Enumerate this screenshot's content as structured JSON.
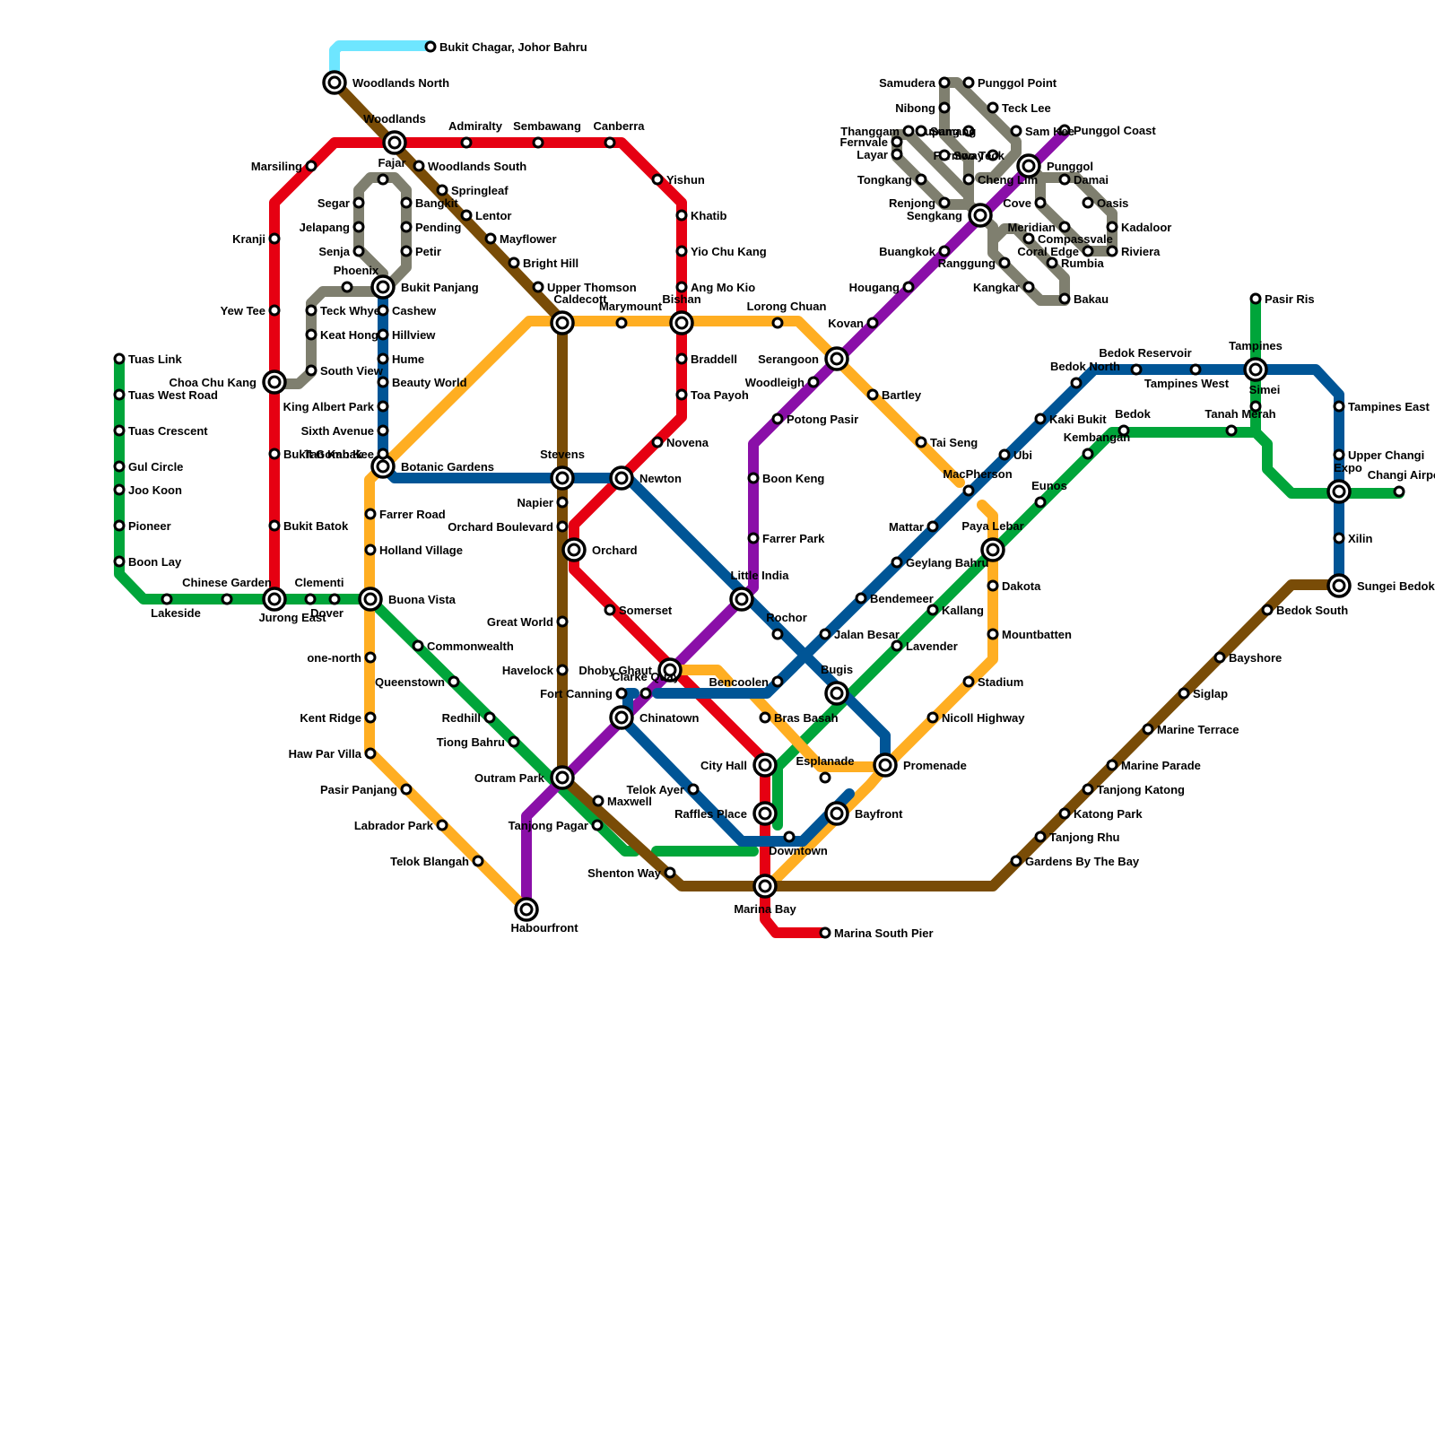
{
  "lines": [
    {
      "id": "rts",
      "color": "#6EE6FF"
    },
    {
      "id": "ewl",
      "color": "#00A53A"
    },
    {
      "id": "nsl",
      "color": "#E60012"
    },
    {
      "id": "nel",
      "color": "#8A0FA8"
    },
    {
      "id": "ccl",
      "color": "#FFAE22"
    },
    {
      "id": "dtl",
      "color": "#005596"
    },
    {
      "id": "tel",
      "color": "#794C07"
    },
    {
      "id": "lrt",
      "color": "#7F7F6F"
    }
  ],
  "stations": [
    {
      "id": "s_bukit_chagar",
      "name": "Bukit Chagar, Johor Bahru"
    },
    {
      "id": "s_woodlands_north",
      "name": "Woodlands North",
      "interchange": true
    },
    {
      "id": "s_woodlands",
      "name": "Woodlands",
      "interchange": true
    },
    {
      "id": "s_admiralty",
      "name": "Admiralty"
    },
    {
      "id": "s_sembawang",
      "name": "Sembawang"
    },
    {
      "id": "s_canberra",
      "name": "Canberra"
    },
    {
      "id": "s_yishun",
      "name": "Yishun"
    },
    {
      "id": "s_khatib",
      "name": "Khatib"
    },
    {
      "id": "s_yio_chu_kang",
      "name": "Yio Chu Kang"
    },
    {
      "id": "s_ang_mo_kio",
      "name": "Ang Mo Kio"
    },
    {
      "id": "s_bishan",
      "name": "Bishan",
      "interchange": true
    },
    {
      "id": "s_braddell",
      "name": "Braddell"
    },
    {
      "id": "s_toa_payoh",
      "name": "Toa Payoh"
    },
    {
      "id": "s_novena",
      "name": "Novena"
    },
    {
      "id": "s_newton",
      "name": "Newton",
      "interchange": true
    },
    {
      "id": "s_orchard",
      "name": "Orchard",
      "interchange": true
    },
    {
      "id": "s_somerset",
      "name": "Somerset"
    },
    {
      "id": "s_dhoby_ghaut",
      "name": "Dhoby Ghaut",
      "interchange": true
    },
    {
      "id": "s_city_hall",
      "name": "City Hall",
      "interchange": true
    },
    {
      "id": "s_raffles_place",
      "name": "Raffles Place",
      "interchange": true
    },
    {
      "id": "s_marina_bay",
      "name": "Marina Bay",
      "interchange": true
    },
    {
      "id": "s_marina_south_pier",
      "name": "Marina South Pier"
    },
    {
      "id": "s_marsiling",
      "name": "Marsiling"
    },
    {
      "id": "s_kranji",
      "name": "Kranji"
    },
    {
      "id": "s_yew_tee",
      "name": "Yew Tee"
    },
    {
      "id": "s_choa_chu_kang",
      "name": "Choa Chu Kang",
      "interchange": true
    },
    {
      "id": "s_bukit_gombak",
      "name": "Bukit Gombak"
    },
    {
      "id": "s_bukit_batok",
      "name": "Bukit Batok"
    },
    {
      "id": "s_jurong_east",
      "name": "Jurong East",
      "interchange": true
    },
    {
      "id": "s_tuas_link",
      "name": "Tuas Link"
    },
    {
      "id": "s_tuas_west_road",
      "name": "Tuas West Road"
    },
    {
      "id": "s_tuas_crescent",
      "name": "Tuas Crescent"
    },
    {
      "id": "s_gul_circle",
      "name": "Gul Circle"
    },
    {
      "id": "s_joo_koon",
      "name": "Joo Koon"
    },
    {
      "id": "s_pioneer",
      "name": "Pioneer"
    },
    {
      "id": "s_boon_lay",
      "name": "Boon Lay"
    },
    {
      "id": "s_lakeside",
      "name": "Lakeside"
    },
    {
      "id": "s_chinese_garden",
      "name": "Chinese Garden"
    },
    {
      "id": "s_clementi",
      "name": "Clementi"
    },
    {
      "id": "s_dover",
      "name": "Dover"
    },
    {
      "id": "s_buona_vista",
      "name": "Buona Vista",
      "interchange": true
    },
    {
      "id": "s_commonwealth",
      "name": "Commonwealth"
    },
    {
      "id": "s_queenstown",
      "name": "Queenstown"
    },
    {
      "id": "s_redhill",
      "name": "Redhill"
    },
    {
      "id": "s_tiong_bahru",
      "name": "Tiong Bahru"
    },
    {
      "id": "s_outram_park",
      "name": "Outram Park",
      "interchange": true
    },
    {
      "id": "s_tanjong_pagar",
      "name": "Tanjong Pagar"
    },
    {
      "id": "s_bugis",
      "name": "Bugis",
      "interchange": true
    },
    {
      "id": "s_lavender",
      "name": "Lavender"
    },
    {
      "id": "s_kallang",
      "name": "Kallang"
    },
    {
      "id": "s_aljunied",
      "name": "Geylang Bahru"
    },
    {
      "id": "s_paya_lebar",
      "name": "Paya Lebar",
      "interchange": true
    },
    {
      "id": "s_eunos",
      "name": "Eunos"
    },
    {
      "id": "s_kembangan",
      "name": "Kembangan"
    },
    {
      "id": "s_bedok",
      "name": "Bedok"
    },
    {
      "id": "s_tanah_merah",
      "name": "Tanah Merah"
    },
    {
      "id": "s_simei",
      "name": "Simei"
    },
    {
      "id": "s_tampines",
      "name": "Tampines",
      "interchange": true
    },
    {
      "id": "s_pasir_ris",
      "name": "Pasir Ris"
    },
    {
      "id": "s_expo",
      "name": "Expo",
      "interchange": true
    },
    {
      "id": "s_changi_airport",
      "name": "Changi Airport"
    },
    {
      "id": "s_habourfront",
      "name": "Habourfront",
      "interchange": true
    },
    {
      "id": "s_chinatown",
      "name": "Chinatown",
      "interchange": true
    },
    {
      "id": "s_clarke_quay",
      "name": "Clarke Quay"
    },
    {
      "id": "s_little_india",
      "name": "Little India",
      "interchange": true
    },
    {
      "id": "s_farrer_park",
      "name": "Farrer Park"
    },
    {
      "id": "s_boon_keng",
      "name": "Boon Keng"
    },
    {
      "id": "s_potong_pasir",
      "name": "Potong Pasir"
    },
    {
      "id": "s_woodleigh",
      "name": "Woodleigh"
    },
    {
      "id": "s_serangoon",
      "name": "Serangoon",
      "interchange": true
    },
    {
      "id": "s_kovan",
      "name": "Kovan"
    },
    {
      "id": "s_hougang",
      "name": "Hougang"
    },
    {
      "id": "s_buangkok",
      "name": "Buangkok"
    },
    {
      "id": "s_sengkang",
      "name": "Sengkang",
      "interchange": true
    },
    {
      "id": "s_punggol",
      "name": "Punggol",
      "interchange": true
    },
    {
      "id": "s_punggol_coast",
      "name": "Punggol Coast"
    },
    {
      "id": "s_bras_basah",
      "name": "Bras Basah"
    },
    {
      "id": "s_esplanade",
      "name": "Esplanade"
    },
    {
      "id": "s_promenade",
      "name": "Promenade",
      "interchange": true
    },
    {
      "id": "s_nicoll_highway",
      "name": "Nicoll Highway"
    },
    {
      "id": "s_stadium",
      "name": "Stadium"
    },
    {
      "id": "s_mountbatten",
      "name": "Mountbatten"
    },
    {
      "id": "s_dakota",
      "name": "Dakota"
    },
    {
      "id": "s_macpherson",
      "name": "MacPherson"
    },
    {
      "id": "s_tai_seng",
      "name": "Tai Seng"
    },
    {
      "id": "s_bartley",
      "name": "Bartley"
    },
    {
      "id": "s_lorong_chuan",
      "name": "Lorong Chuan"
    },
    {
      "id": "s_marymount",
      "name": "Marymount"
    },
    {
      "id": "s_caldecott",
      "name": "Caldecott",
      "interchange": true
    },
    {
      "id": "s_botanic_gardens",
      "name": "Botanic Gardens",
      "interchange": true
    },
    {
      "id": "s_farrer_road",
      "name": "Farrer Road"
    },
    {
      "id": "s_holland_village",
      "name": "Holland Village"
    },
    {
      "id": "s_one_north",
      "name": "one-north"
    },
    {
      "id": "s_kent_ridge",
      "name": "Kent Ridge"
    },
    {
      "id": "s_haw_par_villa",
      "name": "Haw Par Villa"
    },
    {
      "id": "s_pasir_panjang",
      "name": "Pasir Panjang"
    },
    {
      "id": "s_labrador_park",
      "name": "Labrador Park"
    },
    {
      "id": "s_telok_blangah",
      "name": "Telok Blangah"
    },
    {
      "id": "s_bayfront",
      "name": "Bayfront",
      "interchange": true
    },
    {
      "id": "s_bukit_panjang",
      "name": "Bukit Panjang",
      "interchange": true
    },
    {
      "id": "s_cashew",
      "name": "Cashew"
    },
    {
      "id": "s_hillview",
      "name": "Hillview"
    },
    {
      "id": "s_hume",
      "name": "Hume"
    },
    {
      "id": "s_beauty_world",
      "name": "Beauty World"
    },
    {
      "id": "s_king_albert_park",
      "name": "King Albert Park"
    },
    {
      "id": "s_sixth_avenue",
      "name": "Sixth Avenue"
    },
    {
      "id": "s_tan_kah_kee",
      "name": "Tan Kah Kee"
    },
    {
      "id": "s_stevens",
      "name": "Stevens",
      "interchange": true
    },
    {
      "id": "s_rochor",
      "name": "Rochor"
    },
    {
      "id": "s_downtown",
      "name": "Downtown"
    },
    {
      "id": "s_telok_ayer",
      "name": "Telok Ayer"
    },
    {
      "id": "s_fort_canning",
      "name": "Fort Canning"
    },
    {
      "id": "s_bencoolen",
      "name": "Bencoolen"
    },
    {
      "id": "s_jalan_besar",
      "name": "Jalan Besar"
    },
    {
      "id": "s_bendemeer",
      "name": "Bendemeer"
    },
    {
      "id": "s_geylang_bahru",
      "name": "Mattar"
    },
    {
      "id": "s_ubi",
      "name": "Ubi"
    },
    {
      "id": "s_kaki_bukit",
      "name": "Kaki Bukit"
    },
    {
      "id": "s_bedok_north",
      "name": "Bedok North"
    },
    {
      "id": "s_bedok_reservoir",
      "name": "Bedok Reservoir"
    },
    {
      "id": "s_tampines_west",
      "name": "Tampines West"
    },
    {
      "id": "s_tampines_east",
      "name": "Tampines East"
    },
    {
      "id": "s_upper_changi",
      "name": "Upper Changi"
    },
    {
      "id": "s_xilin",
      "name": "Xilin"
    },
    {
      "id": "s_sungei_bedok",
      "name": "Sungei Bedok",
      "interchange": true
    },
    {
      "id": "s_woodlands_south",
      "name": "Woodlands South"
    },
    {
      "id": "s_springleaf",
      "name": "Springleaf"
    },
    {
      "id": "s_lentor",
      "name": "Lentor"
    },
    {
      "id": "s_mayflower",
      "name": "Mayflower"
    },
    {
      "id": "s_bright_hill",
      "name": "Bright Hill"
    },
    {
      "id": "s_upper_thomson",
      "name": "Upper Thomson"
    },
    {
      "id": "s_napier",
      "name": "Napier"
    },
    {
      "id": "s_orchard_boulevard",
      "name": "Orchard Boulevard"
    },
    {
      "id": "s_great_world",
      "name": "Great World"
    },
    {
      "id": "s_havelock",
      "name": "Havelock"
    },
    {
      "id": "s_maxwell",
      "name": "Maxwell"
    },
    {
      "id": "s_shenton_way",
      "name": "Shenton Way"
    },
    {
      "id": "s_gardens_by_the_bay",
      "name": "Gardens By The Bay"
    },
    {
      "id": "s_tanjong_rhu",
      "name": "Tanjong Rhu"
    },
    {
      "id": "s_katong_park",
      "name": "Katong Park"
    },
    {
      "id": "s_tanjong_katong",
      "name": "Tanjong Katong"
    },
    {
      "id": "s_marine_parade",
      "name": "Marine Parade"
    },
    {
      "id": "s_marine_terrace",
      "name": "Marine Terrace"
    },
    {
      "id": "s_siglap",
      "name": "Siglap"
    },
    {
      "id": "s_bayshore",
      "name": "Bayshore"
    },
    {
      "id": "s_bedok_south",
      "name": "Bedok South"
    },
    {
      "id": "s_south_view",
      "name": "South View"
    },
    {
      "id": "s_keat_hong",
      "name": "Keat Hong"
    },
    {
      "id": "s_teck_whye",
      "name": "Teck Whye"
    },
    {
      "id": "s_phoenix",
      "name": "Phoenix"
    },
    {
      "id": "s_petir",
      "name": "Petir"
    },
    {
      "id": "s_pending",
      "name": "Pending"
    },
    {
      "id": "s_bangkit",
      "name": "Bangkit"
    },
    {
      "id": "s_fajar",
      "name": "Fajar"
    },
    {
      "id": "s_segar",
      "name": "Segar"
    },
    {
      "id": "s_jelapang",
      "name": "Jelapang"
    },
    {
      "id": "s_senja",
      "name": "Senja"
    },
    {
      "id": "s_compassvale",
      "name": "Compassvale"
    },
    {
      "id": "s_rumbia",
      "name": "Rumbia"
    },
    {
      "id": "s_bakau",
      "name": "Bakau"
    },
    {
      "id": "s_kangkar",
      "name": "Kangkar"
    },
    {
      "id": "s_ranggung",
      "name": "Ranggung"
    },
    {
      "id": "s_cheng_lim",
      "name": "Cheng Lim"
    },
    {
      "id": "s_farmway",
      "name": "Farmway"
    },
    {
      "id": "s_kupang",
      "name": "Kupang"
    },
    {
      "id": "s_thanggam",
      "name": "Thanggam"
    },
    {
      "id": "s_fernvale",
      "name": "Fernvale"
    },
    {
      "id": "s_layar",
      "name": "Layar"
    },
    {
      "id": "s_tongkang",
      "name": "Tongkang"
    },
    {
      "id": "s_renjong",
      "name": "Renjong"
    },
    {
      "id": "s_cove",
      "name": "Cove"
    },
    {
      "id": "s_meridian",
      "name": "Meridian"
    },
    {
      "id": "s_coral_edge",
      "name": "Coral Edge"
    },
    {
      "id": "s_riviera",
      "name": "Riviera"
    },
    {
      "id": "s_kadaloor",
      "name": "Kadaloor"
    },
    {
      "id": "s_oasis",
      "name": "Oasis"
    },
    {
      "id": "s_damai",
      "name": "Damai"
    },
    {
      "id": "s_sam_kee",
      "name": "Sam Kee"
    },
    {
      "id": "s_teck_lee",
      "name": "Teck Lee"
    },
    {
      "id": "s_punggol_point",
      "name": "Punggol Point"
    },
    {
      "id": "s_samudera",
      "name": "Samudera"
    },
    {
      "id": "s_nibong",
      "name": "Nibong"
    },
    {
      "id": "s_sumang",
      "name": "Sumang"
    },
    {
      "id": "s_soo_teck",
      "name": "Soo Teck"
    }
  ]
}
